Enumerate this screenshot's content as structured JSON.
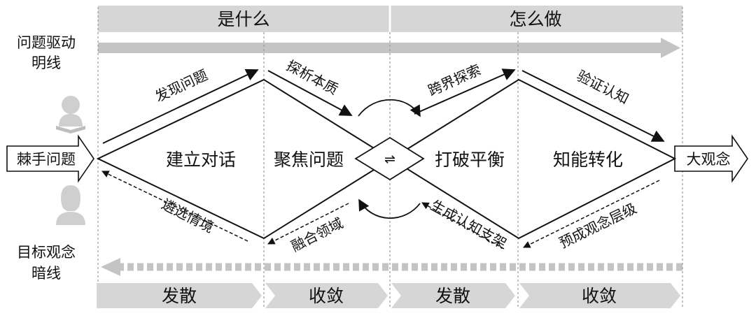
{
  "top_band": {
    "left": "是什么",
    "right": "怎么做"
  },
  "bottom_band": [
    "发散",
    "收敛",
    "发散",
    "收敛"
  ],
  "left_labels": {
    "explicit_line": [
      "问题驱动",
      "明线"
    ],
    "implicit_line": [
      "目标观念",
      "暗线"
    ]
  },
  "input_label": "棘手问题",
  "output_label": "大观念",
  "phases": [
    "建立对话",
    "聚焦问题",
    "打破平衡",
    "知能转化"
  ],
  "center_symbol": "⇌",
  "upper_steps": [
    "发现问题",
    "探析本质",
    "跨界探索",
    "验证认知"
  ],
  "lower_steps": [
    "遴选情境",
    "融合领域",
    "生成认知支架",
    "预成观念层级"
  ],
  "colors": {
    "band": "#d6d6d6",
    "arrow_gray": "#c4c4c4",
    "line": "#111111",
    "person": "#cfcfcf"
  }
}
